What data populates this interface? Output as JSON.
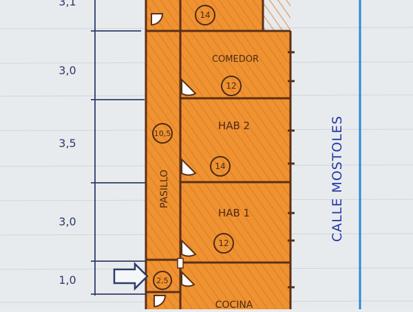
{
  "colors": {
    "paper": "#e8ebee",
    "fill": "#ef9231",
    "ink": "#5a2f17",
    "dimension_ink": "#2c3a66",
    "street_ink": "#2438a6",
    "margin_line": "#2a86d6"
  },
  "dimensions": [
    "3,1",
    "3,0",
    "3,5",
    "3,0",
    "1,0"
  ],
  "rooms": [
    {
      "name": "",
      "area": "14"
    },
    {
      "name": "COMEDOR",
      "area": "12"
    },
    {
      "name": "HAB 2",
      "area": "14"
    },
    {
      "name": "HAB 1",
      "area": "12"
    },
    {
      "name": "COCINA",
      "area": ""
    }
  ],
  "corridor": {
    "name": "PASILLO",
    "areas": [
      "10,5",
      "2,5"
    ]
  },
  "street": "CALLE MOSTOLES"
}
